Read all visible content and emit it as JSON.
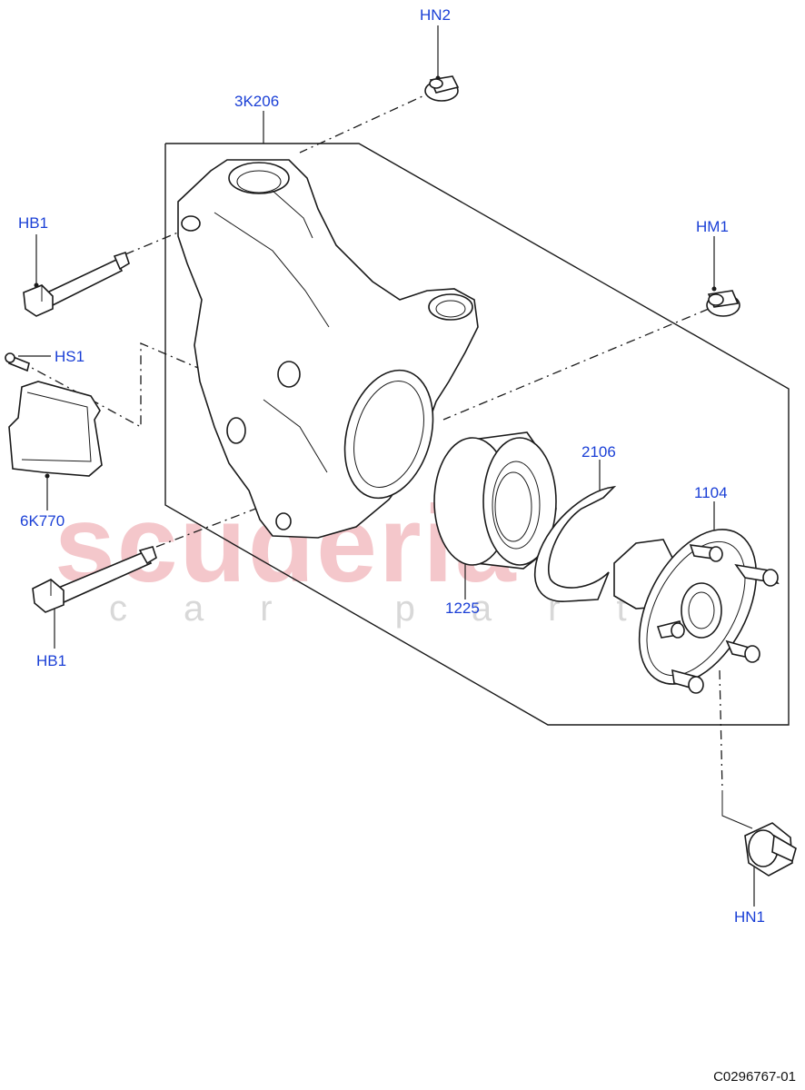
{
  "watermark": {
    "brand": "scuderia",
    "tagline": "car parts"
  },
  "drawing_id": "C0296767-01",
  "labels": {
    "hn2": "HN2",
    "k206": "3K206",
    "hb1_top": "HB1",
    "hm1": "HM1",
    "hs1": "HS1",
    "k770": "6K770",
    "p2106": "2106",
    "p1104": "1104",
    "p1225": "1225",
    "hb1_bottom": "HB1",
    "hn1": "HN1"
  },
  "colors": {
    "label": "#1a3fd6",
    "line": "#1a1a1a",
    "watermark": "#f4c7cb"
  }
}
